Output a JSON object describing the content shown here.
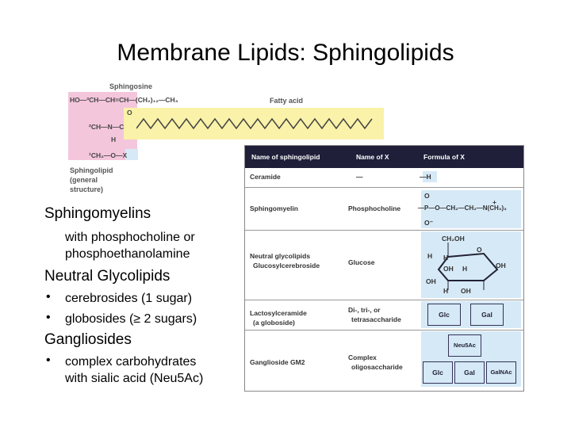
{
  "slide": {
    "title": "Membrane Lipids: Sphingolipids",
    "sphingomyelins_heading": "Sphingomyelins",
    "sphingomyelins_text_1": "with phosphocholine or",
    "sphingomyelins_text_2": "phosphoethanolamine",
    "neutral_heading": "Neutral Glycolipids",
    "neutral_bullets": [
      "cerebrosides (1 sugar)",
      "globosides (≥ 2 sugars)"
    ],
    "gangliosides_heading": "Gangliosides",
    "gangliosides_bullet_1": "complex carbohydrates",
    "gangliosides_bullet_2": "with sialic acid (Neu5Ac)",
    "bullet_char": "•"
  },
  "structure": {
    "sphingosine_label": "Sphingosine",
    "fatty_acid_label": "Fatty acid",
    "caption_1": "Sphingolipid",
    "caption_2": "(general",
    "caption_3": "structure)",
    "row1": "HO—³CH—CH=CH—(CH₂)₁₂—CH₃",
    "row2": "²CH—N—C",
    "row_o": "O",
    "row_h": "H",
    "row3": "¹CH₂—O—X",
    "colors": {
      "pink": "#f4c6dc",
      "yellow": "#f9f2a8",
      "blue": "#d6e9f7"
    }
  },
  "table": {
    "headers": [
      "Name of sphingolipid",
      "Name of X",
      "Formula of X"
    ],
    "rows": [
      {
        "name": "Ceramide",
        "x": "—",
        "formula": "—H"
      },
      {
        "name": "Sphingomyelin",
        "x": "Phosphocholine",
        "formula": "—P—O—CH₂—CH₂—N(CH₃)₃"
      },
      {
        "name": "Neutral glycolipids",
        "name2": "Glucosylcerebroside",
        "x": "Glucose"
      },
      {
        "name": "Lactosylceramide",
        "name2": "(a globoside)",
        "x": "Di-, tri-, or",
        "x2": "tetrasaccharide"
      },
      {
        "name": "Ganglioside GM2",
        "x": "Complex",
        "x2": "oligosaccharide"
      }
    ],
    "formula_extra": {
      "o_top": "O",
      "o_bottom": "O⁻",
      "plus": "+"
    },
    "glucose": {
      "ch2oh": "CH₂OH",
      "labels": [
        "O",
        "H",
        "OH",
        "H",
        "OH",
        "H",
        "OH",
        "H",
        "OH"
      ]
    },
    "sugars_lacto": [
      "Glc",
      "Gal"
    ],
    "sugars_gm2": [
      "Neu5Ac",
      "Glc",
      "Gal",
      "GalNAc"
    ]
  }
}
